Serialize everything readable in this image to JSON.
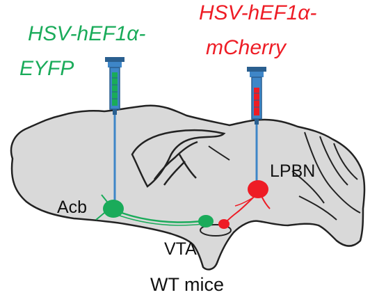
{
  "labels": {
    "green_virus_line1": "HSV-hEF1α-",
    "green_virus_line2": "EYFP",
    "red_virus_line1": "HSV-hEF1α-",
    "red_virus_line2": "mCherry",
    "acb": "Acb",
    "lpbn": "LPBN",
    "vta": "VTA",
    "bottom": "WT mice"
  },
  "colors": {
    "green": "#1aab5a",
    "red": "#ee1c25",
    "brain_fill": "#d9d9d9",
    "outline": "#222222",
    "syringe_blue": "#3e86c8",
    "syringe_dark": "#2a5f8f"
  }
}
